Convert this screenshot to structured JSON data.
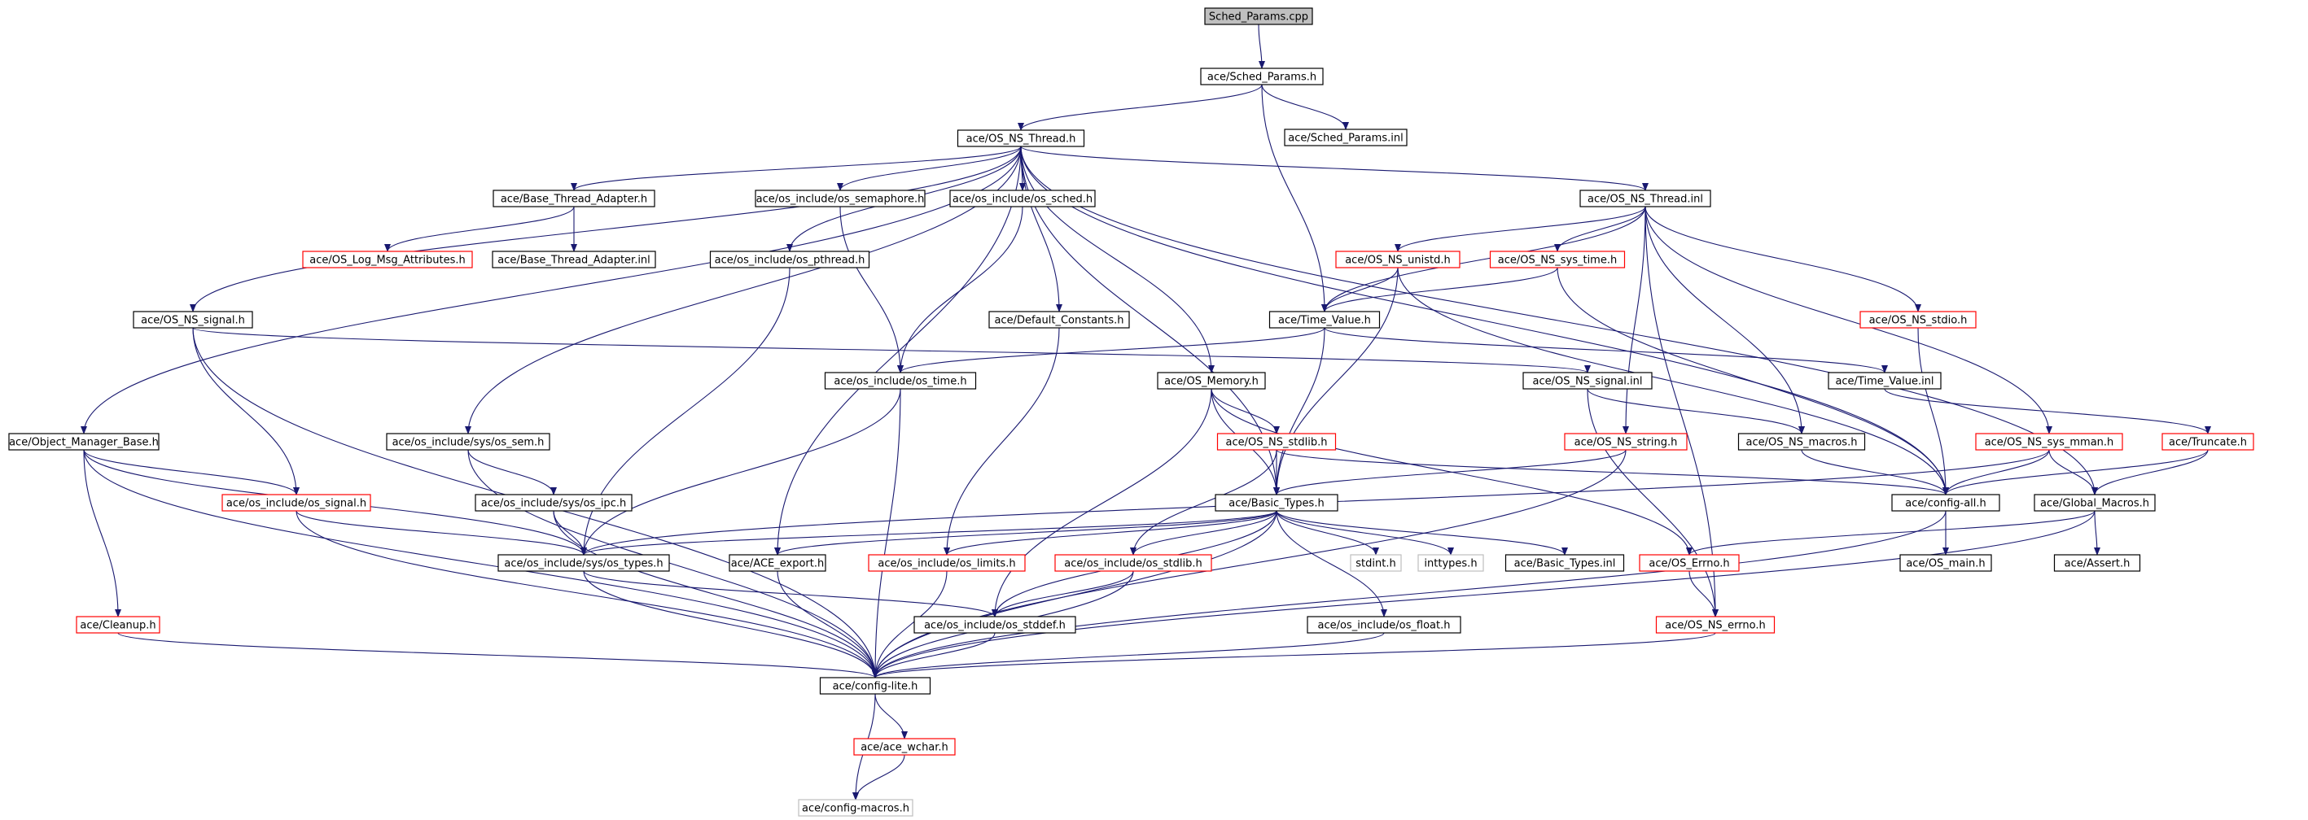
{
  "colors": {
    "edge": "#191970",
    "border_normal": "#000000",
    "border_missing": "#ff0000",
    "border_system": "#bfbfbf",
    "root_fill": "#bfbfbf",
    "text": "#000000"
  },
  "nodes": [
    {
      "id": "sched_cpp",
      "label": "Sched_Params.cpp",
      "kind": "root"
    },
    {
      "id": "sched_h",
      "label": "ace/Sched_Params.h",
      "kind": "normal"
    },
    {
      "id": "osnsthread_h",
      "label": "ace/OS_NS_Thread.h",
      "kind": "normal"
    },
    {
      "id": "sched_inl",
      "label": "ace/Sched_Params.inl",
      "kind": "normal"
    },
    {
      "id": "btadapter_h",
      "label": "ace/Base_Thread_Adapter.h",
      "kind": "normal"
    },
    {
      "id": "os_semaphore",
      "label": "ace/os_include/os_semaphore.h",
      "kind": "normal"
    },
    {
      "id": "os_sched",
      "label": "ace/os_include/os_sched.h",
      "kind": "normal"
    },
    {
      "id": "osnsthread_inl",
      "label": "ace/OS_NS_Thread.inl",
      "kind": "normal"
    },
    {
      "id": "oslogmsg",
      "label": "ace/OS_Log_Msg_Attributes.h",
      "kind": "missing"
    },
    {
      "id": "btadapter_inl",
      "label": "ace/Base_Thread_Adapter.inl",
      "kind": "normal"
    },
    {
      "id": "os_pthread",
      "label": "ace/os_include/os_pthread.h",
      "kind": "normal"
    },
    {
      "id": "osnsunistd",
      "label": "ace/OS_NS_unistd.h",
      "kind": "missing"
    },
    {
      "id": "osnssystime",
      "label": "ace/OS_NS_sys_time.h",
      "kind": "missing"
    },
    {
      "id": "osnssignal_h",
      "label": "ace/OS_NS_signal.h",
      "kind": "normal"
    },
    {
      "id": "default_const",
      "label": "ace/Default_Constants.h",
      "kind": "normal"
    },
    {
      "id": "timevalue_h",
      "label": "ace/Time_Value.h",
      "kind": "normal"
    },
    {
      "id": "osnsstdio",
      "label": "ace/OS_NS_stdio.h",
      "kind": "missing"
    },
    {
      "id": "os_time",
      "label": "ace/os_include/os_time.h",
      "kind": "normal"
    },
    {
      "id": "osmemory",
      "label": "ace/OS_Memory.h",
      "kind": "normal"
    },
    {
      "id": "osnssignal_inl",
      "label": "ace/OS_NS_signal.inl",
      "kind": "normal"
    },
    {
      "id": "timevalue_inl",
      "label": "ace/Time_Value.inl",
      "kind": "normal"
    },
    {
      "id": "objmgrbase",
      "label": "ace/Object_Manager_Base.h",
      "kind": "normal"
    },
    {
      "id": "sys_os_sem",
      "label": "ace/os_include/sys/os_sem.h",
      "kind": "normal"
    },
    {
      "id": "osnsstdlib",
      "label": "ace/OS_NS_stdlib.h",
      "kind": "missing"
    },
    {
      "id": "osnsstring",
      "label": "ace/OS_NS_string.h",
      "kind": "missing"
    },
    {
      "id": "osnsmacros",
      "label": "ace/OS_NS_macros.h",
      "kind": "normal"
    },
    {
      "id": "osnssysmman",
      "label": "ace/OS_NS_sys_mman.h",
      "kind": "missing"
    },
    {
      "id": "truncate",
      "label": "ace/Truncate.h",
      "kind": "missing"
    },
    {
      "id": "os_signal",
      "label": "ace/os_include/os_signal.h",
      "kind": "missing"
    },
    {
      "id": "sys_os_ipc",
      "label": "ace/os_include/sys/os_ipc.h",
      "kind": "normal"
    },
    {
      "id": "basictypes_h",
      "label": "ace/Basic_Types.h",
      "kind": "normal"
    },
    {
      "id": "configall",
      "label": "ace/config-all.h",
      "kind": "normal"
    },
    {
      "id": "globalmacros",
      "label": "ace/Global_Macros.h",
      "kind": "normal"
    },
    {
      "id": "sys_os_types",
      "label": "ace/os_include/sys/os_types.h",
      "kind": "normal"
    },
    {
      "id": "aceexport",
      "label": "ace/ACE_export.h",
      "kind": "normal"
    },
    {
      "id": "os_limits",
      "label": "ace/os_include/os_limits.h",
      "kind": "missing"
    },
    {
      "id": "os_stdlib",
      "label": "ace/os_include/os_stdlib.h",
      "kind": "missing"
    },
    {
      "id": "stdint",
      "label": "stdint.h",
      "kind": "system"
    },
    {
      "id": "inttypes",
      "label": "inttypes.h",
      "kind": "system"
    },
    {
      "id": "basictypes_inl",
      "label": "ace/Basic_Types.inl",
      "kind": "normal"
    },
    {
      "id": "oserrno",
      "label": "ace/OS_Errno.h",
      "kind": "missing"
    },
    {
      "id": "osmain",
      "label": "ace/OS_main.h",
      "kind": "normal"
    },
    {
      "id": "aceassert",
      "label": "ace/Assert.h",
      "kind": "normal"
    },
    {
      "id": "cleanup",
      "label": "ace/Cleanup.h",
      "kind": "missing"
    },
    {
      "id": "os_stddef",
      "label": "ace/os_include/os_stddef.h",
      "kind": "normal"
    },
    {
      "id": "os_float",
      "label": "ace/os_include/os_float.h",
      "kind": "normal"
    },
    {
      "id": "osnserrno",
      "label": "ace/OS_NS_errno.h",
      "kind": "missing"
    },
    {
      "id": "configlite",
      "label": "ace/config-lite.h",
      "kind": "normal"
    },
    {
      "id": "acewchar",
      "label": "ace/ace_wchar.h",
      "kind": "missing"
    },
    {
      "id": "configmacros",
      "label": "ace/config-macros.h",
      "kind": "system"
    }
  ],
  "edges": [
    [
      "sched_cpp",
      "sched_h"
    ],
    [
      "sched_h",
      "osnsthread_h"
    ],
    [
      "sched_h",
      "sched_inl"
    ],
    [
      "sched_h",
      "timevalue_h"
    ],
    [
      "osnsthread_h",
      "btadapter_h"
    ],
    [
      "osnsthread_h",
      "os_semaphore"
    ],
    [
      "osnsthread_h",
      "os_sched"
    ],
    [
      "osnsthread_h",
      "osnsthread_inl"
    ],
    [
      "osnsthread_h",
      "os_pthread"
    ],
    [
      "osnsthread_h",
      "osnssignal_h"
    ],
    [
      "osnsthread_h",
      "default_const"
    ],
    [
      "osnsthread_h",
      "osmemory"
    ],
    [
      "osnsthread_h",
      "objmgrbase"
    ],
    [
      "osnsthread_h",
      "sys_os_sem"
    ],
    [
      "osnsthread_h",
      "basictypes_h"
    ],
    [
      "osnsthread_h",
      "aceexport"
    ],
    [
      "osnsthread_h",
      "configall"
    ],
    [
      "osnsthread_h",
      "globalmacros"
    ],
    [
      "btadapter_h",
      "oslogmsg"
    ],
    [
      "btadapter_h",
      "btadapter_inl"
    ],
    [
      "os_semaphore",
      "os_time"
    ],
    [
      "os_sched",
      "os_time"
    ],
    [
      "osnsthread_inl",
      "osnsunistd"
    ],
    [
      "osnsthread_inl",
      "osnssystime"
    ],
    [
      "osnsthread_inl",
      "timevalue_h"
    ],
    [
      "osnsthread_inl",
      "osnsstdio"
    ],
    [
      "osnsthread_inl",
      "osnsstring"
    ],
    [
      "osnsthread_inl",
      "osnsmacros"
    ],
    [
      "osnsthread_inl",
      "osnssysmman"
    ],
    [
      "osnsthread_inl",
      "osnserrno"
    ],
    [
      "os_pthread",
      "sys_os_types"
    ],
    [
      "osnsunistd",
      "timevalue_h"
    ],
    [
      "osnsunistd",
      "basictypes_h"
    ],
    [
      "osnsunistd",
      "configall"
    ],
    [
      "osnssystime",
      "timevalue_h"
    ],
    [
      "osnssystime",
      "configall"
    ],
    [
      "osnssignal_h",
      "osnssignal_inl"
    ],
    [
      "osnssignal_h",
      "os_signal"
    ],
    [
      "osnssignal_h",
      "configlite"
    ],
    [
      "default_const",
      "os_limits"
    ],
    [
      "timevalue_h",
      "os_time"
    ],
    [
      "timevalue_h",
      "timevalue_inl"
    ],
    [
      "timevalue_h",
      "basictypes_h"
    ],
    [
      "osnsstdio",
      "configall"
    ],
    [
      "os_time",
      "sys_os_types"
    ],
    [
      "os_time",
      "configlite"
    ],
    [
      "osmemory",
      "osnsstdlib"
    ],
    [
      "osmemory",
      "basictypes_h"
    ],
    [
      "osmemory",
      "oserrno"
    ],
    [
      "osmemory",
      "os_stddef"
    ],
    [
      "osnssignal_inl",
      "osnsmacros"
    ],
    [
      "osnssignal_inl",
      "osnserrno"
    ],
    [
      "timevalue_inl",
      "truncate"
    ],
    [
      "objmgrbase",
      "os_signal"
    ],
    [
      "objmgrbase",
      "sys_os_types"
    ],
    [
      "objmgrbase",
      "cleanup"
    ],
    [
      "objmgrbase",
      "configlite"
    ],
    [
      "sys_os_sem",
      "sys_os_ipc"
    ],
    [
      "sys_os_sem",
      "configlite"
    ],
    [
      "osnsstdlib",
      "basictypes_h"
    ],
    [
      "osnsstdlib",
      "os_stdlib"
    ],
    [
      "osnsstdlib",
      "configall"
    ],
    [
      "osnsstring",
      "basictypes_h"
    ],
    [
      "osnsstring",
      "configlite"
    ],
    [
      "osnsmacros",
      "configall"
    ],
    [
      "osnssysmman",
      "sys_os_types"
    ],
    [
      "osnssysmman",
      "configall"
    ],
    [
      "osnssysmman",
      "globalmacros"
    ],
    [
      "truncate",
      "configall"
    ],
    [
      "truncate",
      "globalmacros"
    ],
    [
      "os_signal",
      "sys_os_types"
    ],
    [
      "os_signal",
      "configlite"
    ],
    [
      "sys_os_ipc",
      "sys_os_types"
    ],
    [
      "sys_os_ipc",
      "configlite"
    ],
    [
      "basictypes_h",
      "sys_os_types"
    ],
    [
      "basictypes_h",
      "aceexport"
    ],
    [
      "basictypes_h",
      "os_limits"
    ],
    [
      "basictypes_h",
      "os_stdlib"
    ],
    [
      "basictypes_h",
      "stdint"
    ],
    [
      "basictypes_h",
      "inttypes"
    ],
    [
      "basictypes_h",
      "basictypes_inl"
    ],
    [
      "basictypes_h",
      "os_float"
    ],
    [
      "basictypes_h",
      "os_stddef"
    ],
    [
      "basictypes_h",
      "configlite"
    ],
    [
      "configall",
      "osmain"
    ],
    [
      "configall",
      "configlite"
    ],
    [
      "globalmacros",
      "oserrno"
    ],
    [
      "globalmacros",
      "aceassert"
    ],
    [
      "globalmacros",
      "configlite"
    ],
    [
      "sys_os_types",
      "os_stddef"
    ],
    [
      "sys_os_types",
      "configlite"
    ],
    [
      "aceexport",
      "configlite"
    ],
    [
      "os_limits",
      "configlite"
    ],
    [
      "os_stdlib",
      "os_stddef"
    ],
    [
      "os_stdlib",
      "configlite"
    ],
    [
      "oserrno",
      "osnserrno"
    ],
    [
      "cleanup",
      "configlite"
    ],
    [
      "os_stddef",
      "configlite"
    ],
    [
      "os_float",
      "configlite"
    ],
    [
      "osnserrno",
      "configlite"
    ],
    [
      "configlite",
      "acewchar"
    ],
    [
      "configlite",
      "configmacros"
    ],
    [
      "acewchar",
      "configmacros"
    ]
  ]
}
